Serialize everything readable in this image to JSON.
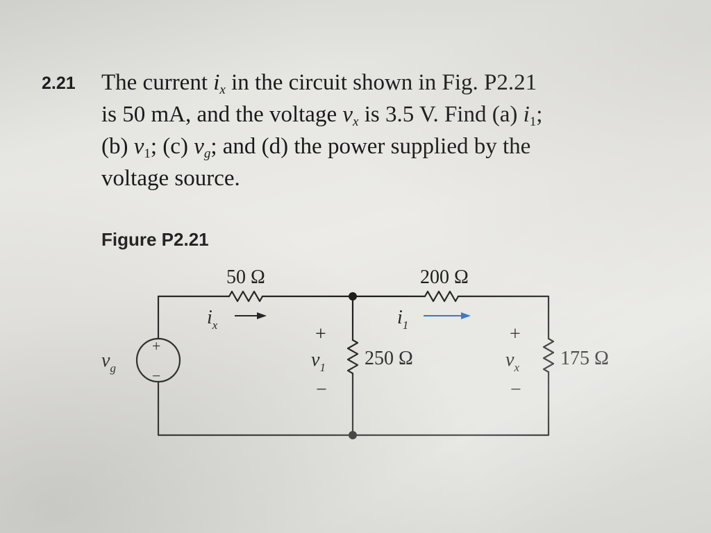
{
  "problem": {
    "number": "2.21",
    "line1_a": "The current ",
    "line1_b": " in the circuit shown in Fig. P2.21",
    "line2_a": "is 50 mA, and the voltage ",
    "line2_b": " is 3.5 V. Find (a) ",
    "line2_c": ";",
    "line3_a": "(b) ",
    "line3_b": "; (c) ",
    "line3_c": "; and (d) the power supplied by the",
    "line4": "voltage source."
  },
  "symbols": {
    "i": "i",
    "v": "v",
    "sub_x": "x",
    "sub_1": "1",
    "sub_g": "g"
  },
  "figure": {
    "title": "Figure P2.21",
    "r1_label": "50 Ω",
    "r2_label": "200 Ω",
    "r3_label": "250 Ω",
    "r4_label": "175 Ω",
    "plus": "+",
    "minus": "−",
    "source_plus": "+",
    "source_minus": "−",
    "arrow_color": "#2a6fc0",
    "wire_color": "#1c1c1c"
  }
}
